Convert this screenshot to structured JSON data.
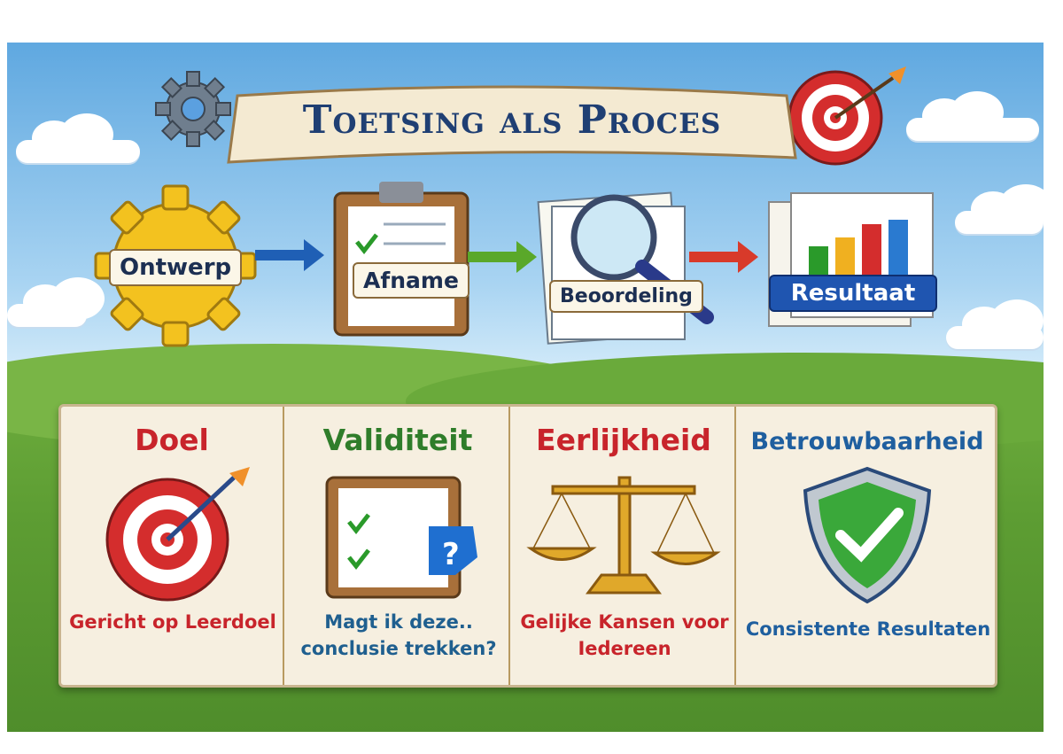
{
  "title": "Toetsing als Proces",
  "process_steps": [
    {
      "label": "Ontwerp",
      "icon": "gear-icon"
    },
    {
      "label": "Afname",
      "icon": "clipboard-icon"
    },
    {
      "label": "Beoordeling",
      "icon": "magnifier-icon"
    },
    {
      "label": "Resultaat",
      "icon": "bar-chart-icon"
    }
  ],
  "principles": [
    {
      "title": "Doel",
      "text": "Gericht op Leerdoel",
      "icon": "target-icon",
      "color": "#c8242b"
    },
    {
      "title": "Validiteit",
      "text": "Magt ik deze.. conclusie trekken?",
      "icon": "clipboard-question-icon",
      "color": "#2f7d2a"
    },
    {
      "title": "Eerlijkheid",
      "text": "Gelijke Kansen voor Iedereen",
      "icon": "scales-icon",
      "color": "#c8242b"
    },
    {
      "title": "Betrouwbaarheid",
      "text": "Consistente Resultaten",
      "icon": "shield-check-icon",
      "color": "#1f5f9f"
    }
  ]
}
